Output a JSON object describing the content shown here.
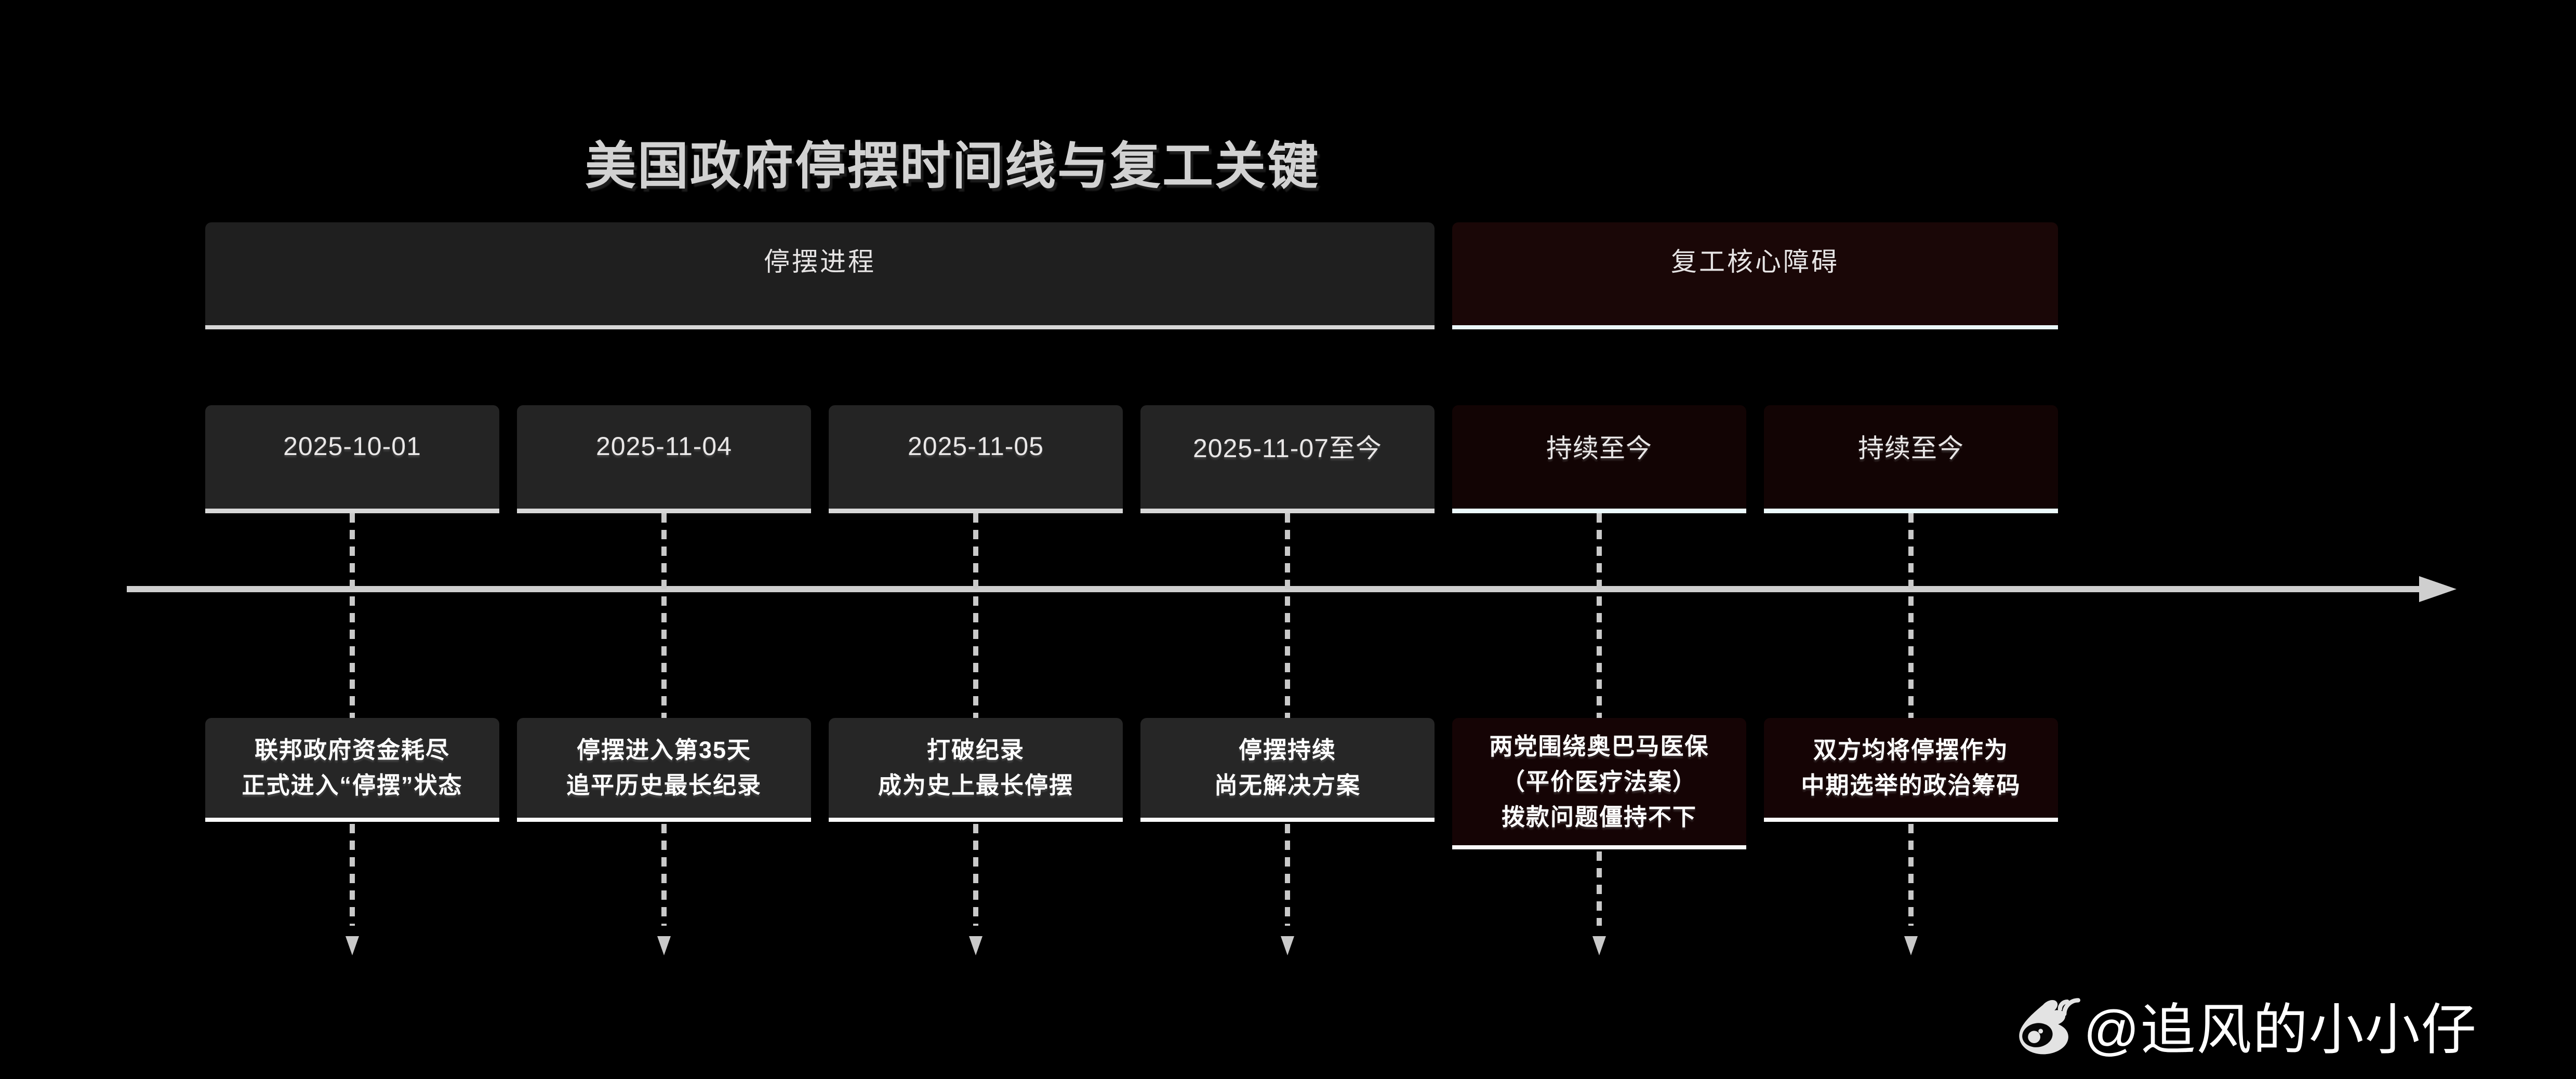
{
  "title": "美国政府停摆时间线与复工关键",
  "sections": [
    {
      "id": "shutdown-progress",
      "label": "停摆进程"
    },
    {
      "id": "resume-obstacles",
      "label": "复工核心障碍"
    }
  ],
  "timeline": {
    "direction": "left-to-right",
    "events": [
      {
        "date": "2025-10-01",
        "section": "停摆进程",
        "lines": [
          "联邦政府资金耗尽",
          "正式进入“停摆”状态"
        ]
      },
      {
        "date": "2025-11-04",
        "section": "停摆进程",
        "lines": [
          "停摆进入第35天",
          "追平历史最长纪录"
        ]
      },
      {
        "date": "2025-11-05",
        "section": "停摆进程",
        "lines": [
          "打破纪录",
          "成为史上最长停摆"
        ]
      },
      {
        "date": "2025-11-07至今",
        "section": "停摆进程",
        "lines": [
          "停摆持续",
          "尚无解决方案"
        ]
      },
      {
        "date": "持续至今",
        "section": "复工核心障碍",
        "lines": [
          "两党围绕奥巴马医保",
          "（平价医疗法案）",
          "拨款问题僵持不下"
        ]
      },
      {
        "date": "持续至今",
        "section": "复工核心障碍",
        "lines": [
          "双方均将停摆作为",
          "中期选举的政治筹码"
        ]
      }
    ]
  },
  "watermark": {
    "icon": "weibo-icon",
    "text": "@追风的小小仔"
  },
  "colors": {
    "background": "#000000",
    "neutral_box": "#242424",
    "obstacle_box": "#140505",
    "neutral_border": "#d7d7d7",
    "obstacle_border": "#ecfafc",
    "desc_border": "#fbfbfb",
    "arrow": "#cfcfcf",
    "title_text": "#d2d2d2",
    "box_text": "#ffffff"
  }
}
